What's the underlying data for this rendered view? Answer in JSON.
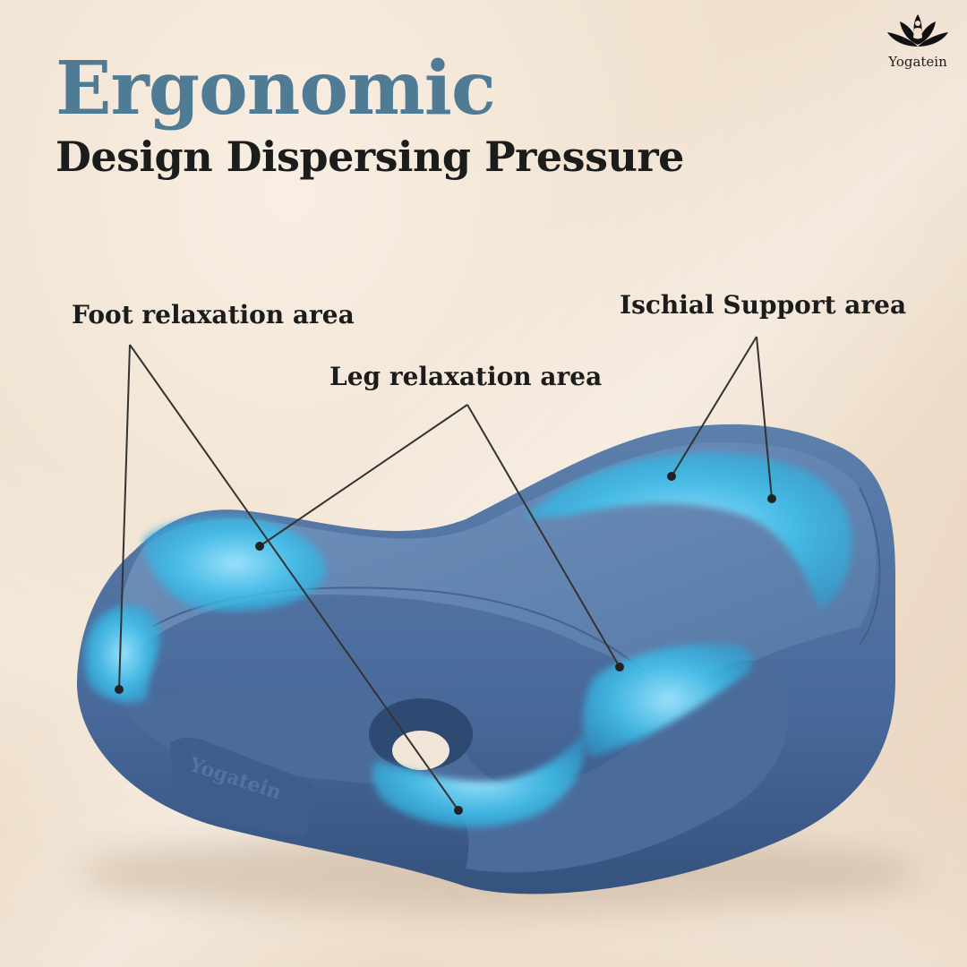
{
  "brand": {
    "name": "Yogatein",
    "logo_icon": "lotus-meditation-icon"
  },
  "headline": {
    "line1": "Ergonomic",
    "line2": "Design Dispersing Pressure"
  },
  "callouts": {
    "foot": "Foot relaxation area",
    "leg": "Leg relaxation area",
    "ischial": "Ischial Support area"
  },
  "product": {
    "embossed_text": "Yogatein"
  },
  "colors": {
    "headline_accent": "#4f7b95",
    "text_dark": "#1c1c1c",
    "cushion_blue": "#4e6f9b",
    "highlight_cyan": "#3fc3ee"
  }
}
